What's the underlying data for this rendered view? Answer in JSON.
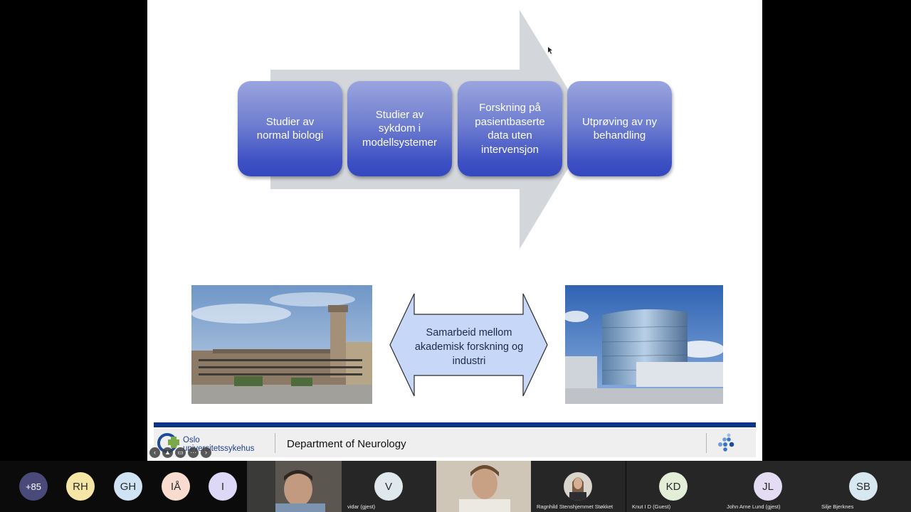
{
  "slide": {
    "steps": [
      "Studier av\nnormal biologi",
      "Studier av\nsykdom i\nmodellsystemer",
      "Forskning på\npasientbaserte\ndata uten\nintervensjon",
      "Utprøving av ny\nbehandling"
    ],
    "collaboration": "Samarbeid mellom\nakademisk forskning og\nindustri",
    "footer_title": "Department of Neurology",
    "logo_text": "Oslo\nuniversitetssykehus"
  },
  "participants": {
    "overflow_count": "+85",
    "avatars": [
      {
        "initials": "RH",
        "bg": "#f6e6a6",
        "fg": "#2a2a2a"
      },
      {
        "initials": "GH",
        "bg": "#cfe3f5",
        "fg": "#2a2a2a"
      },
      {
        "initials": "IÅ",
        "bg": "#f8dcd0",
        "fg": "#2a2a2a"
      },
      {
        "initials": "I",
        "bg": "#ddd8f6",
        "fg": "#2a2a2a"
      }
    ],
    "tiles": [
      {
        "name": "",
        "initials": ""
      },
      {
        "name": "vidar (gjest)",
        "initials": "V"
      },
      {
        "name": "",
        "initials": ""
      },
      {
        "name": "Ragnhild Stenshjemmet Støkket",
        "initials": ""
      },
      {
        "name": "Knut I D (Guest)",
        "initials": "KD"
      },
      {
        "name": "John Arne Lund (gjest)",
        "initials": "JL"
      },
      {
        "name": "Silje Bjerknes",
        "initials": "SB"
      }
    ]
  },
  "colors": {
    "footer_bar": "#0e3585",
    "step_box": "#4a5cc7",
    "arrow": "#d3d6db"
  }
}
